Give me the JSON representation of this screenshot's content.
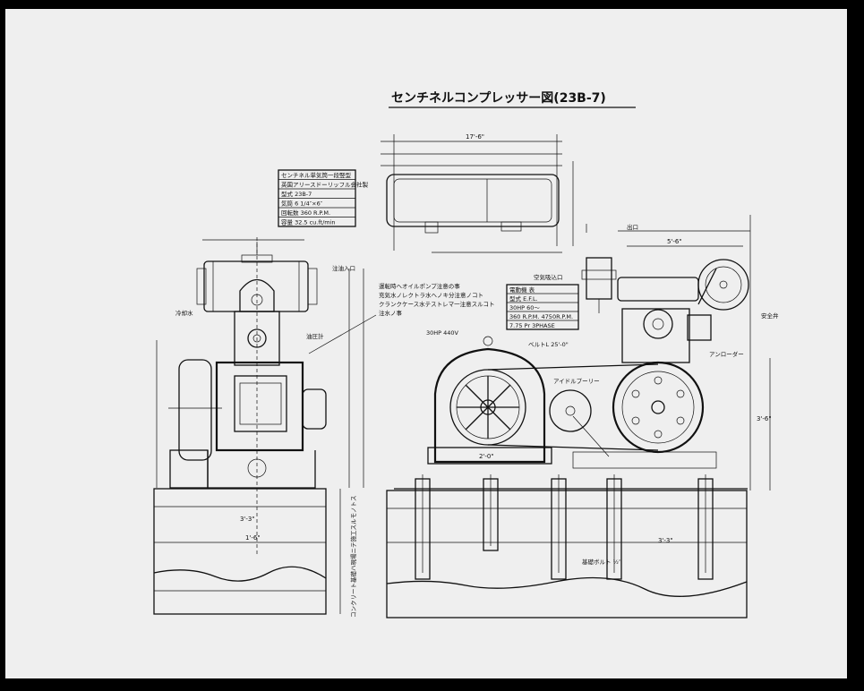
{
  "drawing": {
    "title": "センチネルコンプレッサー図(23B-7)",
    "spec_table_left": [
      "センチネル単気筒一段竪型",
      "英国アリースドーリッフル会社製",
      "型式 23B-7",
      "気筒 6 1/4″×6″",
      "回転数 360 R.P.M.",
      "容量 32.5 cu.ft/min"
    ],
    "spec_table_right": [
      "電動機 表",
      "型式 E.F.L.",
      "30HP 60〜",
      "360 R.P.M. 4750R.P.M.",
      "7.75 Pr 3PHASE"
    ],
    "notes": [
      "運転時ヘオイルポンプ注意の事",
      "充気水ノレクトラ水ヘノキ分注意ノコト",
      "クランクケース水テストレマ一注意スルコト",
      "注水ノ事"
    ],
    "labels": {
      "safety_valve": "安全弁",
      "oil_inlet": "注油入口",
      "water_cooling": "冷却水",
      "oil_pressure_gauge": "油圧計",
      "air_intake": "空気吸込口",
      "motor_rating": "30HP 440V",
      "belt": "ベルトL 25'-0\"",
      "idler_pulley": "アイドルプーリー",
      "unloader": "アンローダー",
      "cooler_outlet": "出口",
      "foundation_note": "基礎ボルト ½″",
      "elevation_note": "コンクリート基礎ハ現場ニテ施工スルモノトス"
    },
    "dimensions": {
      "overall_length": "17'-6\"",
      "base_width": "3'-3\"",
      "height": "3'-6\"",
      "motor_center": "5'-6\"",
      "pulley_center": "2'-0\"",
      "bolt_spacing": "3'-3\"",
      "base_depth": "1'-6\""
    }
  }
}
